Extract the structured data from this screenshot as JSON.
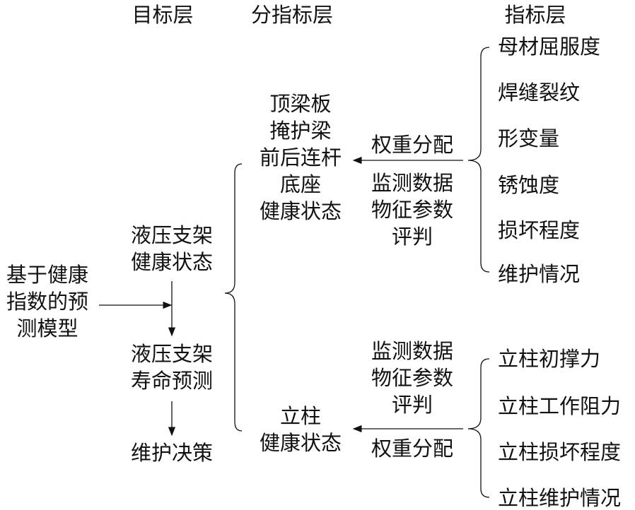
{
  "headers": {
    "goal": "目标层",
    "sub": "分指标层",
    "index": "指标层"
  },
  "model": [
    "基于健康",
    "指数的预",
    "测模型"
  ],
  "goal_layer": {
    "health": [
      "液压支架",
      "健康状态"
    ],
    "life": [
      "液压支架",
      "寿命预测"
    ],
    "decision": "维护决策"
  },
  "top_branch": {
    "sub_items": [
      "顶梁板",
      "掩护梁",
      "前后连杆",
      "底座",
      "健康状态"
    ],
    "weight": "权重分配",
    "method": [
      "监测数据",
      "物征参数",
      "评判"
    ],
    "indicators": [
      "母材屈服度",
      "焊缝裂纹",
      "形变量",
      "锈蚀度",
      "损坏程度",
      "维护情况"
    ]
  },
  "bottom_branch": {
    "sub_items": [
      "立柱",
      "健康状态"
    ],
    "weight": "权重分配",
    "method": [
      "监测数据",
      "物征参数",
      "评判"
    ],
    "indicators": [
      "立柱初撑力",
      "立柱工作阻力",
      "立柱损坏程度",
      "立柱维护情况"
    ]
  }
}
